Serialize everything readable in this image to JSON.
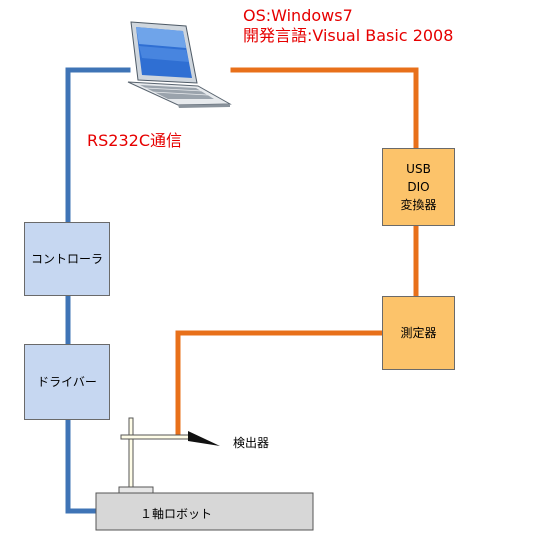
{
  "os_label": "OS:Windows7",
  "dev_language_label": "開発言語:Visual Basic 2008",
  "rs232c_label": "RS232C通信",
  "controller_label": "コントローラ",
  "driver_label": "ドライバー",
  "usb_dio_lines": [
    "USB",
    "DIO",
    "変換器"
  ],
  "measuring_device_label": "測定器",
  "detector_label": "検出器",
  "robot_label": "１軸ロボット",
  "colors": {
    "rs232c_line": "#3f74b6",
    "dio_line": "#e8701a",
    "text_red": "#e60000",
    "blue_box": "#c6d7f1",
    "orange_box": "#fcc36a",
    "robot_body": "#d7d7d7"
  }
}
